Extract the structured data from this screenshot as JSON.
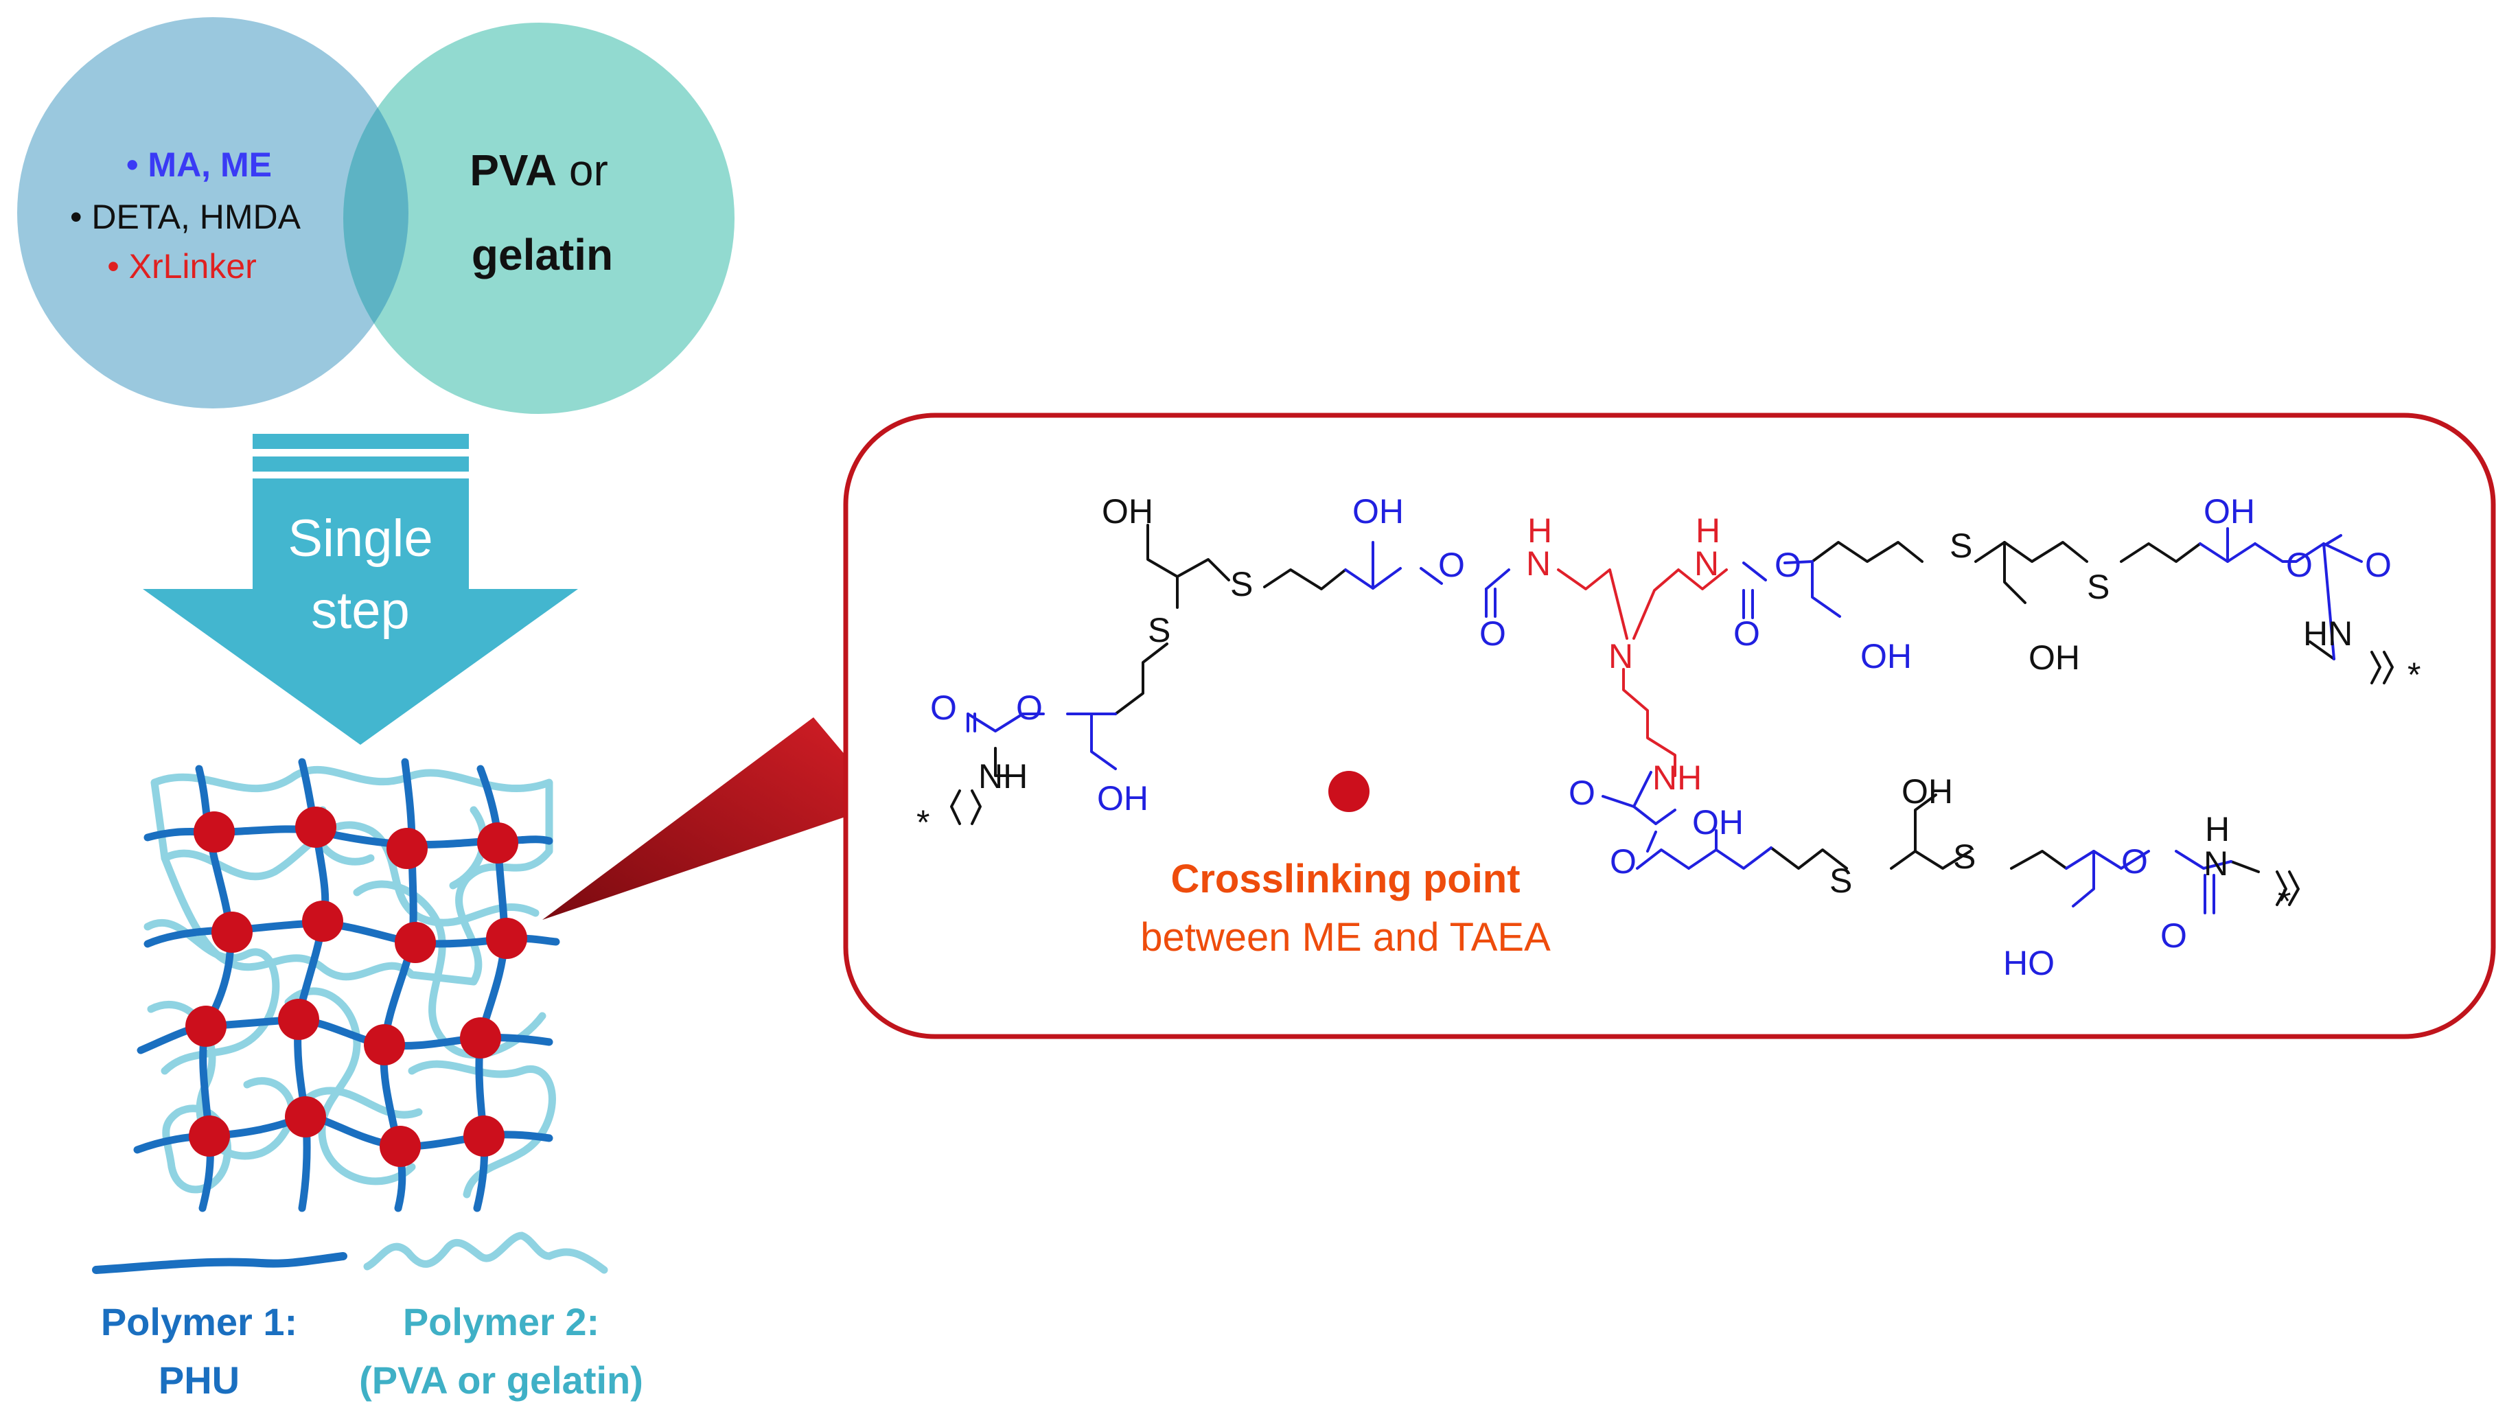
{
  "venn": {
    "left_items": [
      {
        "text": "• MA, ME",
        "color": "#3a3af5"
      },
      {
        "text": "• DETA, HMDA",
        "color": "#111111"
      },
      {
        "text": "• XrLinker",
        "color": "#e02020"
      }
    ],
    "right_line1_bold": "PVA",
    "right_line1_rest": " or",
    "right_line2": "gelatin",
    "colors": {
      "left": "#9ac8de",
      "right": "#92dad0",
      "overlap": "#5db3c4"
    }
  },
  "arrow": {
    "line1": "Single",
    "line2": "step",
    "color": "#43b6cf"
  },
  "network": {
    "polymer1_color": "#1a6fc0",
    "polymer2_color": "#8fd3e2",
    "node_color": "#cc0f1c"
  },
  "legend": {
    "polymer1_label": "Polymer 1:",
    "polymer1_value": "PHU",
    "polymer2_label": "Polymer 2:",
    "polymer2_value": "(PVA or gelatin)"
  },
  "callout": {
    "border_color": "#c0141c",
    "crosslink_title": "Crosslinking point",
    "crosslink_sub": "between ME and TAEA",
    "crosslink_color": "#ee4c0c"
  },
  "structure": {
    "atoms": {
      "OH": "OH",
      "HO": "HO",
      "S": "S",
      "O": "O",
      "N": "N",
      "H": "H",
      "NH": "NH",
      "HN": "HN",
      "star": "*"
    },
    "colors": {
      "black": "#111111",
      "blue": "#2020e0",
      "red": "#e0202a"
    }
  }
}
